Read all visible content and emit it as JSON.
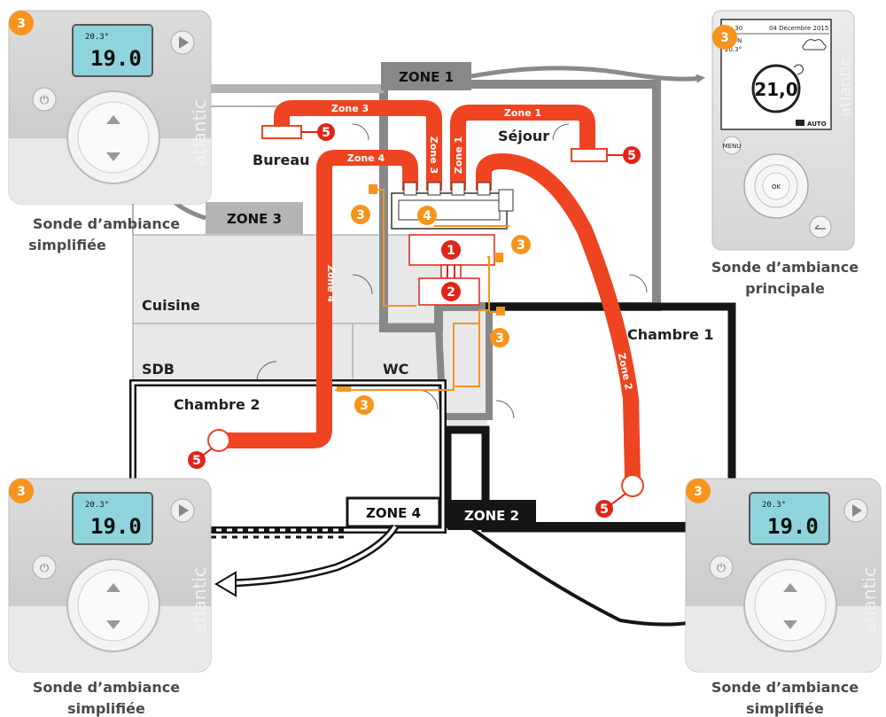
{
  "rooms": {
    "bureau": "Bureau",
    "sejour": "Séjour",
    "cuisine": "Cuisine",
    "sdb": "SDB",
    "wc": "WC",
    "chambre1": "Chambre 1",
    "chambre2": "Chambre 2"
  },
  "zones": {
    "zone1": "ZONE 1",
    "zone2": "ZONE 2",
    "zone3": "ZONE 3",
    "zone4": "ZONE 4"
  },
  "ducts": {
    "zone1_top": "Zone 1",
    "zone1_vertical": "Zone 1",
    "zone2_a": "Zone 2",
    "zone2_b": "Zone 2",
    "zone3_top": "Zone 3",
    "zone3_vertical": "Zone 3",
    "zone4_top": "Zone 4",
    "zone4_vertical": "Zone 4"
  },
  "badges": {
    "sensor": "3",
    "unit": "1",
    "plenum": "2",
    "controller": "4",
    "outlet": "5"
  },
  "thermostats": {
    "simple": {
      "temp_small": "20.3°",
      "setpoint": "19.0",
      "brand": "atlantic",
      "caption_line1": "Sonde d’ambiance",
      "caption_line2": "simplifiée"
    },
    "main": {
      "time": "4 : 30",
      "date": "04 Décembre 2015",
      "room": "ALON",
      "temp_small": "20.3°",
      "setpoint": "21,0",
      "mode": "AUTO",
      "menu": "MENU",
      "ok": "OK",
      "brand": "atlantic",
      "caption_line1": "Sonde d’ambiance",
      "caption_line2": "principale"
    }
  },
  "colors": {
    "duct": "#ee4422",
    "sensor_wire": "#f7941d",
    "badge_red": "#e1251b",
    "badge_orange": "#f7941d",
    "zone1_wall": "#888888",
    "zone2_wall": "#151515",
    "zone3_wall": "#b4b4b4"
  }
}
